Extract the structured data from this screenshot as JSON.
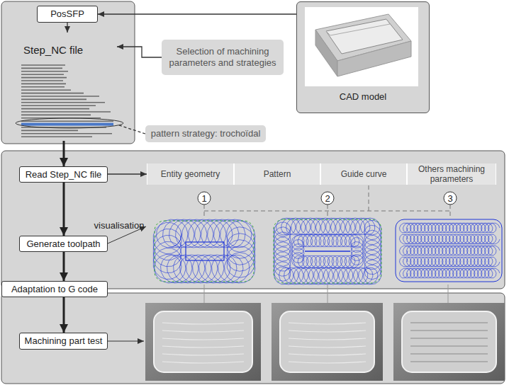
{
  "diagram": {
    "nodes": [
      {
        "text": [
          "PosSFP"
        ]
      },
      {
        "text": [
          "Step_NC file"
        ]
      },
      {
        "text": [
          "Selection of machining parameters and strategies"
        ]
      },
      {
        "text": [
          "CAD model"
        ]
      },
      {
        "text": [
          "pattern strategy: trochoïdal"
        ]
      },
      {
        "text": [
          "Read Step_NC file"
        ]
      },
      {
        "text": [
          "Entity geometry"
        ]
      },
      {
        "text": [
          "Pattern"
        ]
      },
      {
        "text": [
          "Guide curve"
        ]
      },
      {
        "text": [
          "Others machining parameters"
        ]
      },
      {
        "text": [
          "Generate toolpath"
        ]
      },
      {
        "text": [
          "Adaptation to G code"
        ]
      },
      {
        "text": [
          "Machining part test"
        ]
      }
    ],
    "edges": [
      {
        "from": 3,
        "to": 0,
        "arrow": "to"
      },
      {
        "from": 0,
        "to": 1,
        "arrow": "to"
      },
      {
        "from": 2,
        "to": 1,
        "arrow": "to"
      },
      {
        "from": 4,
        "to": 1,
        "arrow": "none"
      },
      {
        "from": 1,
        "to": 5,
        "arrow": "to"
      },
      {
        "from": 5,
        "to": 6,
        "arrow": "to"
      },
      {
        "from": 5,
        "to": 10,
        "arrow": "to"
      },
      {
        "from": 10,
        "to": 11,
        "arrow": "to"
      },
      {
        "from": 11,
        "to": 12,
        "arrow": "to"
      }
    ],
    "labels": [
      "1",
      "2",
      "3",
      "visualisation"
    ]
  }
}
